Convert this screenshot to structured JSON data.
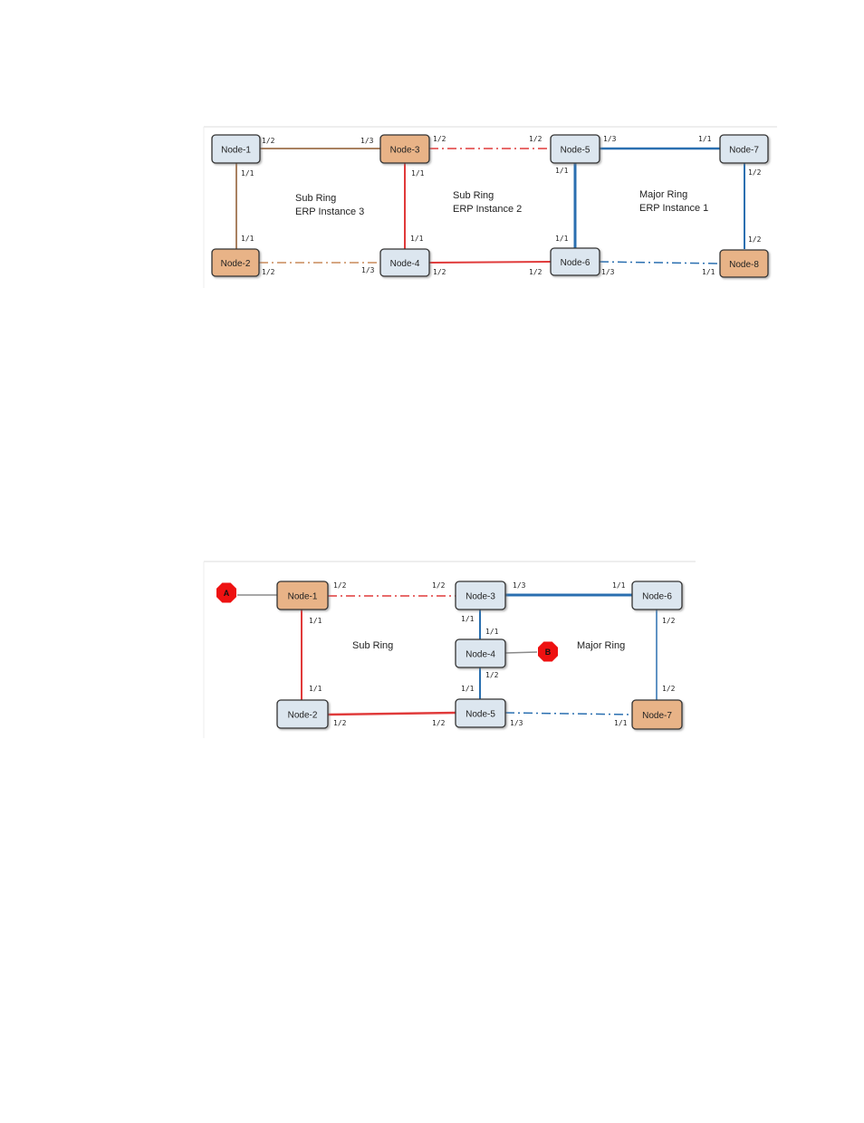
{
  "diagram1": {
    "nodes": [
      {
        "id": "n1",
        "label": "Node-1",
        "fill": "#dce6ef"
      },
      {
        "id": "n2",
        "label": "Node-2",
        "fill": "#e8b387"
      },
      {
        "id": "n3",
        "label": "Node-3",
        "fill": "#e8b387"
      },
      {
        "id": "n4",
        "label": "Node-4",
        "fill": "#dce6ef"
      },
      {
        "id": "n5",
        "label": "Node-5",
        "fill": "#dce6ef"
      },
      {
        "id": "n6",
        "label": "Node-6",
        "fill": "#dce6ef"
      },
      {
        "id": "n7",
        "label": "Node-7",
        "fill": "#dce6ef"
      },
      {
        "id": "n8",
        "label": "Node-8",
        "fill": "#e8b387"
      }
    ],
    "links": [
      {
        "id": "n1-n3",
        "color": "#a98160",
        "style": "solid"
      },
      {
        "id": "n1-n2",
        "color": "#a98160",
        "style": "solid"
      },
      {
        "id": "n2-n4",
        "color": "#c98a5a",
        "style": "dashdot"
      },
      {
        "id": "n3-n5",
        "color": "#e03a3a",
        "style": "dashdot"
      },
      {
        "id": "n3-n4",
        "color": "#e03a3a",
        "style": "solid"
      },
      {
        "id": "n4-n6",
        "color": "#e03a3a",
        "style": "solid"
      },
      {
        "id": "n5-n7",
        "color": "#2a6fb0",
        "style": "solid"
      },
      {
        "id": "n5-n6",
        "color": "#2a6fb0",
        "style": "solid"
      },
      {
        "id": "n7-n8",
        "color": "#2a6fb0",
        "style": "solid"
      },
      {
        "id": "n6-n8",
        "color": "#2a6fb0",
        "style": "dashdot"
      }
    ],
    "ports": [
      "1/2",
      "1/3",
      "1/1",
      "1/1",
      "1/2",
      "1/3",
      "1/2",
      "1/2",
      "1/1",
      "1/1",
      "1/3",
      "1/1",
      "1/2",
      "1/1",
      "1/2",
      "1/1",
      "1/2",
      "1/3",
      "1/1",
      "1/2"
    ],
    "ring_labels": {
      "sub3_line1": "Sub Ring",
      "sub3_line2": "ERP Instance 3",
      "sub2_line1": "Sub Ring",
      "sub2_line2": "ERP Instance 2",
      "major_line1": "Major Ring",
      "major_line2": "ERP Instance 1"
    }
  },
  "diagram2": {
    "nodes": [
      {
        "id": "m1",
        "label": "Node-1",
        "fill": "#e8b387"
      },
      {
        "id": "m2",
        "label": "Node-2",
        "fill": "#dce6ef"
      },
      {
        "id": "m3",
        "label": "Node-3",
        "fill": "#dce6ef"
      },
      {
        "id": "m4",
        "label": "Node-4",
        "fill": "#dce6ef"
      },
      {
        "id": "m5",
        "label": "Node-5",
        "fill": "#dce6ef"
      },
      {
        "id": "m6",
        "label": "Node-6",
        "fill": "#dce6ef"
      },
      {
        "id": "m7",
        "label": "Node-7",
        "fill": "#e8b387"
      }
    ],
    "endpoints": [
      {
        "id": "A",
        "label": "A",
        "color": "#ee1111"
      },
      {
        "id": "B",
        "label": "B",
        "color": "#ee1111"
      }
    ],
    "ports": [
      "1/2",
      "1/1",
      "1/2",
      "1/3",
      "1/1",
      "1/1",
      "1/1",
      "1/2",
      "1/1",
      "1/2",
      "1/2",
      "1/2",
      "1/2",
      "1/3",
      "1/1"
    ],
    "ring_labels": {
      "sub": "Sub Ring",
      "major": "Major Ring"
    }
  }
}
